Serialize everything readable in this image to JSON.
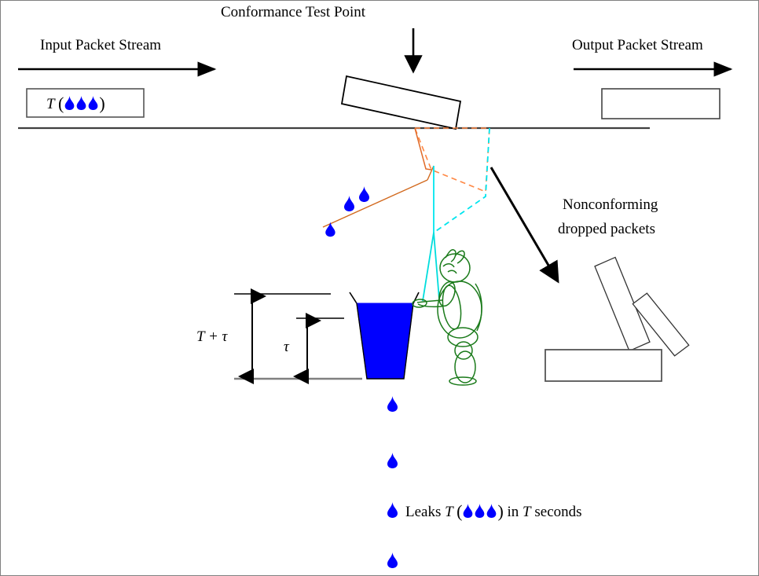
{
  "diagram": {
    "title": "Leaky bucket packet conformance diagram",
    "labels": {
      "conformance_test_point": "Conformance Test Point",
      "input_packet_stream": "Input Packet Stream",
      "output_packet_stream": "Output Packet Stream",
      "nonconforming_line1": "Nonconforming",
      "nonconforming_line2": "dropped packets",
      "bucket_capacity": "T + τ",
      "bucket_tolerance": "τ",
      "leak_prefix": "Leaks",
      "leak_T": "T",
      "leak_suffix": "in",
      "leak_T2": "T",
      "leak_unit": "seconds",
      "input_box_T": "T"
    },
    "colors": {
      "droplet_blue": "#0000ff",
      "bucket_fill": "#0000ff",
      "stick_figure_green": "#008000",
      "trail_orange": "#ff8040",
      "trail_cyan": "#00e5ee",
      "line_black": "#000000",
      "line_gray": "#808080",
      "background": "#ffffff"
    },
    "counts": {
      "input_box_droplets": 3,
      "leak_text_droplets": 3,
      "droplets_above_bucket": 3,
      "droplets_below_bucket": 4,
      "dropped_packet_boxes": 3,
      "output_boxes": 1
    }
  },
  "chart_data": {
    "type": "diagram",
    "title": "Leaky bucket algorithm illustration",
    "elements": [
      {
        "name": "conformance-test-point-arrow",
        "kind": "arrow",
        "direction": "down"
      },
      {
        "name": "input-stream-arrow",
        "kind": "arrow",
        "direction": "right"
      },
      {
        "name": "output-stream-arrow",
        "kind": "arrow",
        "direction": "right"
      },
      {
        "name": "nonconforming-arrow",
        "kind": "arrow",
        "direction": "down-right"
      },
      {
        "name": "bucket",
        "kind": "trapezoid",
        "fill": "#0000ff"
      },
      {
        "name": "bucket-capacity-measure",
        "label": "T + τ"
      },
      {
        "name": "bucket-tolerance-measure",
        "label": "τ"
      }
    ]
  }
}
